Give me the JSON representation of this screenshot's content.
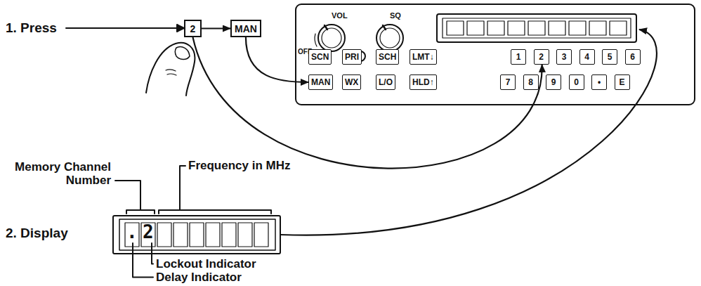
{
  "diagram": {
    "nodes": [
      {
        "text": [
          "2"
        ]
      },
      {
        "text": [
          "MAN"
        ]
      },
      {
        "text": [
          "VOL",
          "SQ",
          "OFF"
        ]
      },
      {
        "text": [
          "SCN"
        ],
        "in": 2
      },
      {
        "text": [
          "PRI"
        ],
        "in": 2
      },
      {
        "text": [
          "SCH"
        ],
        "in": 2
      },
      {
        "text": [
          "LMT↓"
        ],
        "in": 2
      },
      {
        "text": [
          "1"
        ],
        "in": 2
      },
      {
        "text": [
          "2"
        ],
        "in": 2
      },
      {
        "text": [
          "3"
        ],
        "in": 2
      },
      {
        "text": [
          "4"
        ],
        "in": 2
      },
      {
        "text": [
          "5"
        ],
        "in": 2
      },
      {
        "text": [
          "6"
        ],
        "in": 2
      },
      {
        "text": [
          "MAN"
        ],
        "in": 2
      },
      {
        "text": [
          "WX"
        ],
        "in": 2
      },
      {
        "text": [
          "L/O"
        ],
        "in": 2
      },
      {
        "text": [
          "HLD↑"
        ],
        "in": 2
      },
      {
        "text": [
          "7"
        ],
        "in": 2
      },
      {
        "text": [
          "8"
        ],
        "in": 2
      },
      {
        "text": [
          "9"
        ],
        "in": 2
      },
      {
        "text": [
          "0"
        ],
        "in": 2
      },
      {
        "text": [
          "•"
        ],
        "in": 2
      },
      {
        "text": [
          "E"
        ],
        "in": 2
      },
      {
        "text": [
          ".2"
        ]
      }
    ],
    "edges": [
      {
        "from": 0,
        "to": 1,
        "arrow": "to"
      },
      {
        "from": 0,
        "to": 8,
        "arrow": "to"
      },
      {
        "from": 1,
        "to": 13,
        "arrow": "to"
      },
      {
        "from": 23,
        "to": 2,
        "arrow": "to"
      }
    ],
    "labels": [
      "1. Press",
      "2. Display",
      "Memory Channel Number",
      "Frequency in MHz",
      "Lockout Indicator",
      "Delay Indicator"
    ]
  }
}
